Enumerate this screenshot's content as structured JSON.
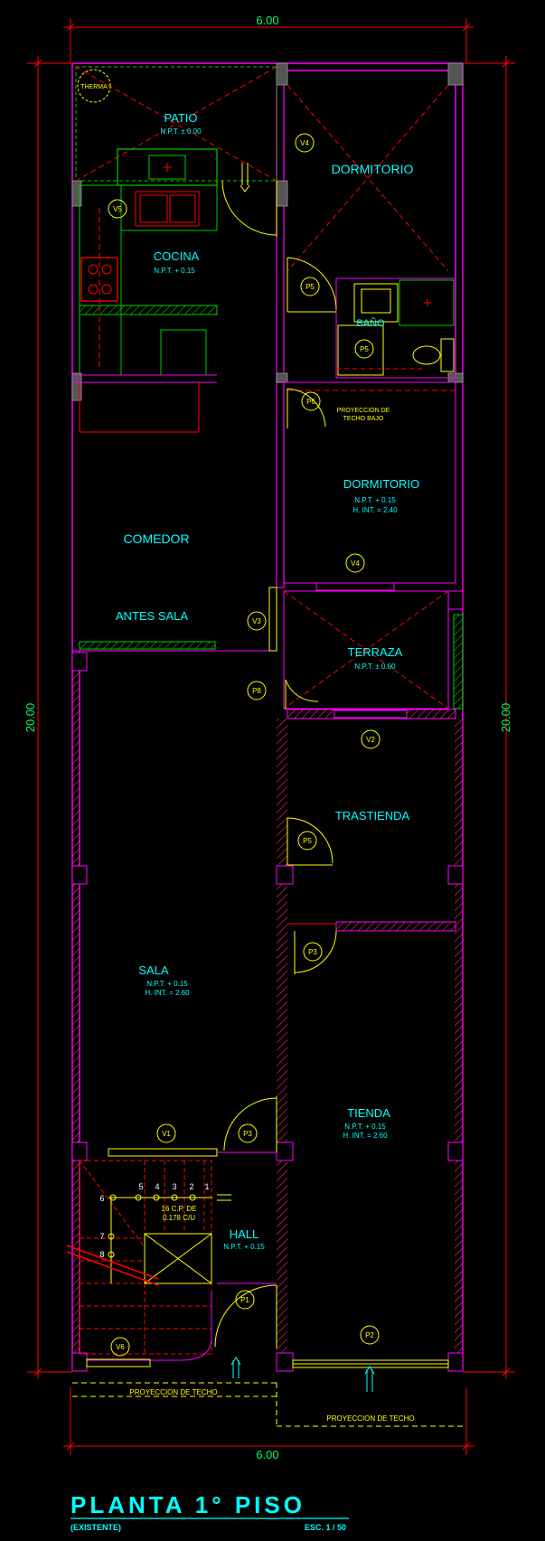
{
  "dimensions": {
    "top_width": "6.00",
    "bottom_width": "6.00",
    "left_height": "20.00",
    "right_height": "20.00"
  },
  "rooms": {
    "therma": "THERMA",
    "patio": {
      "name": "PATIO",
      "npt": "N.P.T. ± 0.00"
    },
    "dormitorio_1": {
      "name": "DORMITORIO"
    },
    "cocina": {
      "name": "COCINA",
      "npt": "N.P.T. + 0.15"
    },
    "bano": {
      "name": "BAÑO"
    },
    "proyeccion_techo_bajo": "PROYECCION DE\nTECHO BAJO",
    "dormitorio_2": {
      "name": "DORMITORIO",
      "npt": "N.P.T. + 0.15",
      "hint": "H. INT. = 2.40"
    },
    "comedor": {
      "name": "COMEDOR"
    },
    "antes_sala": {
      "name": "ANTES SALA"
    },
    "terraza": {
      "name": "TERRAZA",
      "npt": "N.P.T. ± 0.00"
    },
    "trastienda": {
      "name": "TRASTIENDA"
    },
    "sala": {
      "name": "SALA",
      "npt": "N.P.T. + 0.15",
      "hint": "H. INT. = 2.60"
    },
    "tienda": {
      "name": "TIENDA",
      "npt": "N.P.T. + 0.15",
      "hint": "H. INT. = 2.60"
    },
    "hall": {
      "name": "HALL",
      "npt": "N.P.T. + 0.15"
    }
  },
  "stairs": {
    "note_line1": "16 C.P. DE",
    "note_line2": "0.178 C/U",
    "steps": [
      "5",
      "4",
      "3",
      "2",
      "1",
      "6",
      "7",
      "8"
    ]
  },
  "tags": {
    "v4_top": "V4",
    "v5": "V5",
    "p5_a": "P5",
    "p5_b": "P5",
    "p6": "P6",
    "v4_mid": "V4",
    "v3": "V3",
    "p8": "P8",
    "v2": "V2",
    "p5_c": "P5",
    "p3_a": "P3",
    "v1": "V1",
    "p3_b": "P3",
    "p1": "P1",
    "p2": "P2",
    "v6": "V6"
  },
  "projections": {
    "left": "PROYECCION DE TECHO",
    "right": "PROYECCION DE TECHO"
  },
  "title": {
    "main": "PLANTA 1° PISO",
    "sub": "(EXISTENTE)",
    "scale": "ESC. 1 / 50"
  },
  "colors": {
    "background": "#000000",
    "wall": "#ff00ff",
    "hatch": "#ff3366",
    "text_cyan": "#00ffff",
    "text_yellow": "#ffff00",
    "dim_green": "#00ff66",
    "dim_red": "#ff0000",
    "furniture_green": "#00cc00",
    "door_yellow": "#ffff00"
  }
}
